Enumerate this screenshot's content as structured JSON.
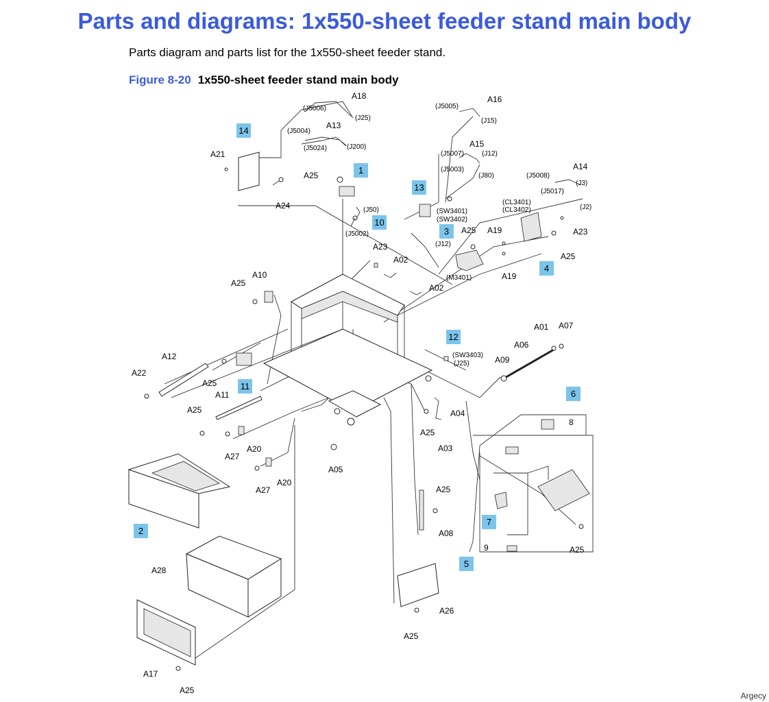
{
  "header": {
    "title": "Parts and diagrams: 1x550-sheet feeder stand main body",
    "subtitle": "Parts diagram and parts list for the 1x550-sheet feeder stand.",
    "figure_number": "Figure 8-20",
    "figure_title": "1x550-sheet feeder stand main body"
  },
  "colors": {
    "heading": "#3b5bdb",
    "callout_fill": "#7cc4ea"
  },
  "callouts": [
    "1",
    "2",
    "3",
    "4",
    "5",
    "6",
    "7",
    "10",
    "11",
    "12",
    "13",
    "14"
  ],
  "part_labels": {
    "a18": "A18",
    "a16": "A16",
    "a13": "A13",
    "a15": "A15",
    "a14": "A14",
    "a21": "A21",
    "a25_top": "A25",
    "a24": "A24",
    "a25_mid": "A25",
    "a19_top": "A19",
    "a23_right": "A23",
    "a25_right": "A25",
    "a19_bot": "A19",
    "a23_mid": "A23",
    "a02_top": "A02",
    "a02_bot": "A02",
    "a10": "A10",
    "a25_left": "A25",
    "a01": "A01",
    "a07": "A07",
    "a06": "A06",
    "a09": "A09",
    "a12": "A12",
    "a22": "A22",
    "a25_l2": "A25",
    "a11": "A11",
    "a25_l3": "A25",
    "a20_a": "A20",
    "a27_a": "A27",
    "a20_b": "A20",
    "a27_b": "A27",
    "a04": "A04",
    "a25_c": "A25",
    "a03": "A03",
    "a05": "A05",
    "a25_d": "A25",
    "a08": "A08",
    "a28": "A28",
    "a26": "A26",
    "a25_e": "A25",
    "a17": "A17",
    "a25_f": "A25",
    "a25_g": "A25",
    "p8": "8",
    "p9": "9"
  },
  "connectors": {
    "j5006": "(J5006)",
    "j25_top": "(J25)",
    "j5005": "(J5005)",
    "j15": "(J15)",
    "j5004": "(J5004)",
    "j5024": "(J5024)",
    "j200": "(J200)",
    "j5007": "(J5007)",
    "j12_top": "(J12)",
    "j5003": "(J5003)",
    "j80": "(J80)",
    "j5008": "(J5008)",
    "j3": "(J3)",
    "j5017": "(J5017)",
    "j2": "(J2)",
    "cl3401": "(CL3401)",
    "cl3402": "(CL3402)",
    "j50": "(J50)",
    "j5002": "(J5002)",
    "sw3401": "(SW3401)",
    "sw3402": "(SW3402)",
    "j12_mid": "(J12)",
    "m3401": "(M3401)",
    "sw3403": "(SW3403)",
    "j25_mid": "(J25)"
  },
  "watermark": "Argecy"
}
